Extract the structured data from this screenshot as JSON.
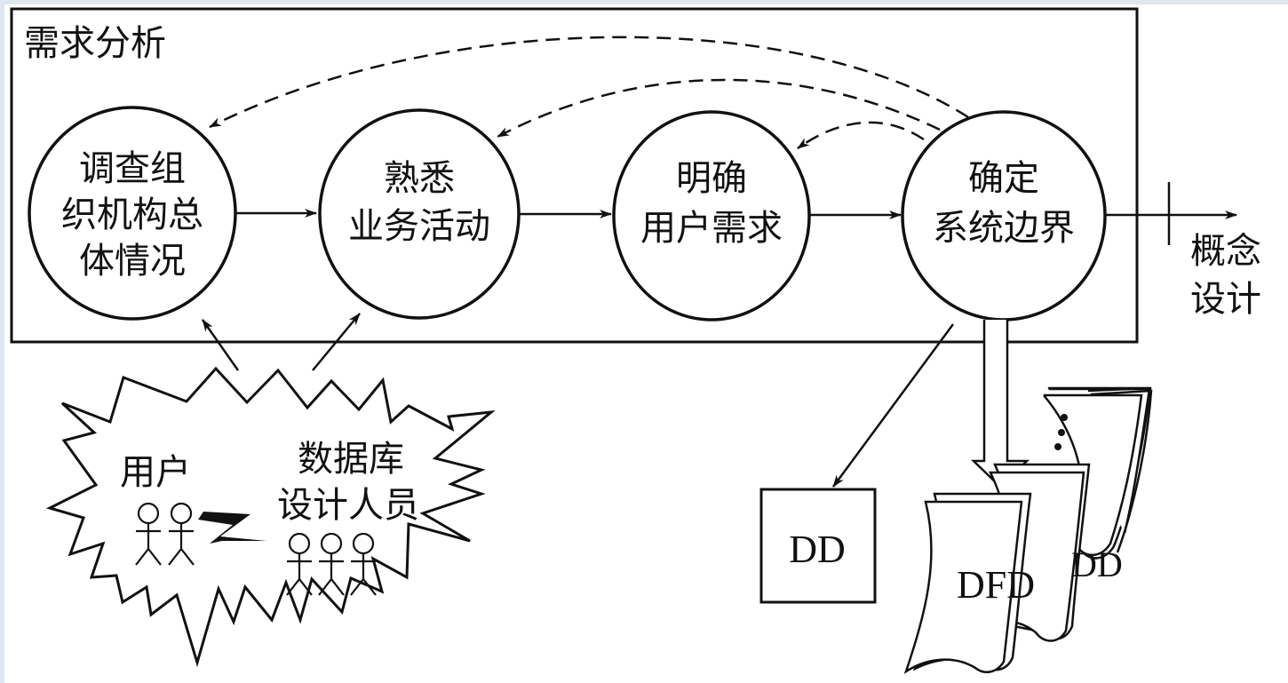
{
  "diagram": {
    "title": "需求分析",
    "nodes": [
      {
        "id": "survey",
        "lines": [
          "调查组",
          "织机构总",
          "体情况"
        ]
      },
      {
        "id": "business",
        "lines": [
          "熟悉",
          "业务活动"
        ]
      },
      {
        "id": "requirements",
        "lines": [
          "明确",
          "用户需求"
        ]
      },
      {
        "id": "boundary",
        "lines": [
          "确定",
          "系统边界"
        ]
      }
    ],
    "output_label": [
      "概念",
      "设计"
    ],
    "participants": {
      "users_label": "用户",
      "designers_label": [
        "数据库",
        "设计人员"
      ]
    },
    "artifacts": {
      "dd_box_label": "DD",
      "stack_labels": [
        "DFD",
        "DD",
        "⋮"
      ]
    },
    "edges": [
      {
        "from": "survey",
        "to": "business",
        "style": "solid"
      },
      {
        "from": "business",
        "to": "requirements",
        "style": "solid"
      },
      {
        "from": "requirements",
        "to": "boundary",
        "style": "solid"
      },
      {
        "from": "boundary",
        "to": "output",
        "style": "solid"
      },
      {
        "from": "boundary",
        "to": "survey",
        "style": "dashed"
      },
      {
        "from": "boundary",
        "to": "business",
        "style": "dashed"
      },
      {
        "from": "boundary",
        "to": "requirements",
        "style": "dashed"
      },
      {
        "from": "participants",
        "to": "survey",
        "style": "solid"
      },
      {
        "from": "participants",
        "to": "business",
        "style": "solid"
      },
      {
        "from": "boundary",
        "to": "dd_box",
        "style": "solid"
      },
      {
        "from": "boundary",
        "to": "document_stack",
        "style": "hollow-arrow"
      }
    ]
  }
}
